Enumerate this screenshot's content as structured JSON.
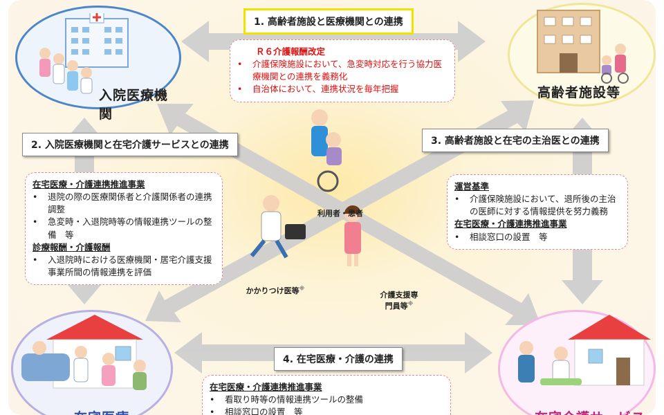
{
  "corners": {
    "hospital": "入院医療機関",
    "facility": "高齢者施設等",
    "home_medical": "在宅医療",
    "home_care": "在宅介護サービス"
  },
  "center": {
    "patient": "利用者・患者",
    "doctor": "かかりつけ医等",
    "doctor_mark": "※",
    "care_manager_line1": "介護支援専",
    "care_manager_line2": "門員等",
    "care_manager_mark": "※"
  },
  "links": {
    "l1": {
      "title": "1. 高齢者施設と医療機関との連携",
      "revision_title": "Ｒ６介護報酬改定",
      "items": [
        {
          "marker": "•",
          "text": "介護保険施設において、急変時対応を行う協力医療機関との連携を義務化"
        },
        {
          "marker": "•",
          "text": "自治体において、連携状況を毎年把握"
        }
      ]
    },
    "l2": {
      "title": "2. 入院医療機関と在宅介護サービスとの連携",
      "groups": [
        {
          "heading": "在宅医療・介護連携推進事業",
          "items": [
            {
              "marker": "•",
              "text": "退院の際の医療関係者と介護関係者の連携調整"
            },
            {
              "marker": "•",
              "text": "急変時・入退院時等の情報連携ツールの整備　等"
            }
          ]
        },
        {
          "heading": "診療報酬・介護報酬",
          "items": [
            {
              "marker": "•",
              "text": "入退院時における医療機関・居宅介護支援事業所間の情報連携を評価"
            }
          ]
        }
      ]
    },
    "l3": {
      "title": "3. 高齢者施設と在宅の主治医との連携",
      "groups": [
        {
          "heading": "運営基準",
          "items": [
            {
              "marker": "•",
              "text": "介護保険施設において、退所後の主治の医師に対する情報提供を努力義務"
            }
          ]
        },
        {
          "heading": "在宅医療・介護連携推進事業",
          "items": [
            {
              "marker": "•",
              "text": "相談窓口の設置　等"
            }
          ]
        }
      ]
    },
    "l4": {
      "title": "4. 在宅医療・介護の連携",
      "groups": [
        {
          "heading": "在宅医療・介護連携推進事業",
          "items": [
            {
              "marker": "•",
              "text": "看取り時等の情報連携ツールの整備"
            },
            {
              "marker": "•",
              "text": "相談窓口の設置　等"
            }
          ]
        }
      ]
    }
  },
  "colors": {
    "hospital_ring": "#4d86c8",
    "facility_ring": "#f0e69a",
    "home_medical_ring": "#b7b0e0",
    "home_care_ring": "#f3b8e6",
    "revision_red": "#e01010",
    "arrow_gray": "#c8c8c8"
  }
}
